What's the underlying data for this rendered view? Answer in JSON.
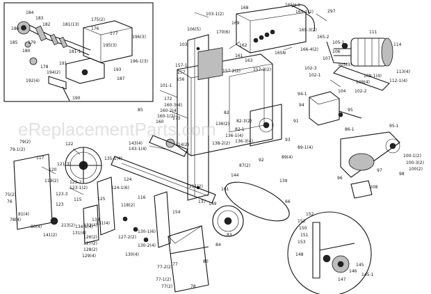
{
  "watermark": "eReplacementParts.com",
  "labels": [
    {
      "text": "184"
    },
    {
      "text": "183"
    },
    {
      "text": "182"
    },
    {
      "text": "181(13)"
    },
    {
      "text": "175(2)"
    },
    {
      "text": "176"
    },
    {
      "text": "177"
    },
    {
      "text": "186"
    },
    {
      "text": "180"
    },
    {
      "text": "179"
    },
    {
      "text": "178"
    },
    {
      "text": "191"
    },
    {
      "text": "181-1"
    },
    {
      "text": "195(3)"
    },
    {
      "text": "196(3)"
    },
    {
      "text": "196-1(3)"
    },
    {
      "text": "194(2)"
    },
    {
      "text": "193"
    },
    {
      "text": "187"
    },
    {
      "text": "192(4)"
    },
    {
      "text": "190"
    },
    {
      "text": "185"
    },
    {
      "text": "168"
    },
    {
      "text": "165H-1"
    },
    {
      "text": "165-1(2)"
    },
    {
      "text": "297"
    },
    {
      "text": "103-1(2)"
    },
    {
      "text": "106(5)"
    },
    {
      "text": "170(6)"
    },
    {
      "text": "169"
    },
    {
      "text": "165N"
    },
    {
      "text": "165-3(2)"
    },
    {
      "text": "165-2"
    },
    {
      "text": "166-4(2)"
    },
    {
      "text": "105-1"
    },
    {
      "text": "106"
    },
    {
      "text": "111"
    },
    {
      "text": "114"
    },
    {
      "text": "103"
    },
    {
      "text": "162"
    },
    {
      "text": "161"
    },
    {
      "text": "163"
    },
    {
      "text": "157-2(2)"
    },
    {
      "text": "157-3(2)"
    },
    {
      "text": "157-1"
    },
    {
      "text": "157"
    },
    {
      "text": "156"
    },
    {
      "text": "107"
    },
    {
      "text": "103(3)"
    },
    {
      "text": "113(4)"
    },
    {
      "text": "102-3"
    },
    {
      "text": "102-1"
    },
    {
      "text": "109(4)"
    },
    {
      "text": "109-1(4)"
    },
    {
      "text": "112-1(4)"
    },
    {
      "text": "101-1"
    },
    {
      "text": "172"
    },
    {
      "text": "160-3(4)"
    },
    {
      "text": "160-2(4)"
    },
    {
      "text": "160-1(2)"
    },
    {
      "text": "160"
    },
    {
      "text": "104"
    },
    {
      "text": "102-2"
    },
    {
      "text": "94-1"
    },
    {
      "text": "94"
    },
    {
      "text": "93"
    },
    {
      "text": "95"
    },
    {
      "text": "95-1"
    },
    {
      "text": "85"
    },
    {
      "text": "173"
    },
    {
      "text": "82"
    },
    {
      "text": "82-3(2)"
    },
    {
      "text": "82-1"
    },
    {
      "text": "136(2)"
    },
    {
      "text": "138-2(2)"
    },
    {
      "text": "136-1(4)"
    },
    {
      "text": "136-3(4)"
    },
    {
      "text": "91"
    },
    {
      "text": "89-1(4)"
    },
    {
      "text": "89(4)"
    },
    {
      "text": "86-1"
    },
    {
      "text": "100-1(2)"
    },
    {
      "text": "100-3(2)"
    },
    {
      "text": "100(2)"
    },
    {
      "text": "98"
    },
    {
      "text": "97"
    },
    {
      "text": "96"
    },
    {
      "text": "208"
    },
    {
      "text": "79(2)"
    },
    {
      "text": "79-1(2)"
    },
    {
      "text": "117"
    },
    {
      "text": "122"
    },
    {
      "text": "143(4)"
    },
    {
      "text": "143-1(4)"
    },
    {
      "text": "214(2)"
    },
    {
      "text": "135-1(4)"
    },
    {
      "text": "87(2)"
    },
    {
      "text": "92"
    },
    {
      "text": "121(3)"
    },
    {
      "text": "120"
    },
    {
      "text": "119(2)"
    },
    {
      "text": "123-2"
    },
    {
      "text": "123-1(2)"
    },
    {
      "text": "123-3"
    },
    {
      "text": "124-1(6)"
    },
    {
      "text": "124"
    },
    {
      "text": "125"
    },
    {
      "text": "211(2)"
    },
    {
      "text": "101"
    },
    {
      "text": "144"
    },
    {
      "text": "139"
    },
    {
      "text": "66"
    },
    {
      "text": "75(2)"
    },
    {
      "text": "76"
    },
    {
      "text": "81(4)"
    },
    {
      "text": "78(4)"
    },
    {
      "text": "80(4)"
    },
    {
      "text": "123"
    },
    {
      "text": "118(2)"
    },
    {
      "text": "116"
    },
    {
      "text": "115"
    },
    {
      "text": "137"
    },
    {
      "text": "149"
    },
    {
      "text": "154"
    },
    {
      "text": "152"
    },
    {
      "text": "150"
    },
    {
      "text": "151"
    },
    {
      "text": "153"
    },
    {
      "text": "141(2)"
    },
    {
      "text": "213(2)"
    },
    {
      "text": "134-1(4)"
    },
    {
      "text": "131(4)"
    },
    {
      "text": "134"
    },
    {
      "text": "133(4)"
    },
    {
      "text": "126(2)"
    },
    {
      "text": "127(2)"
    },
    {
      "text": "128(2)"
    },
    {
      "text": "129(4)"
    },
    {
      "text": "127-2(2)"
    },
    {
      "text": "130-1(6)"
    },
    {
      "text": "130-2(4)"
    },
    {
      "text": "130(4)"
    },
    {
      "text": "131(4)"
    },
    {
      "text": "84"
    },
    {
      "text": "83"
    },
    {
      "text": "148"
    },
    {
      "text": "146"
    },
    {
      "text": "147"
    },
    {
      "text": "145"
    },
    {
      "text": "145-1"
    },
    {
      "text": "77-2(2)"
    },
    {
      "text": "77"
    },
    {
      "text": "77-1(2)"
    },
    {
      "text": "77(2)"
    },
    {
      "text": "78"
    },
    {
      "text": "80"
    },
    {
      "text": "152"
    }
  ]
}
